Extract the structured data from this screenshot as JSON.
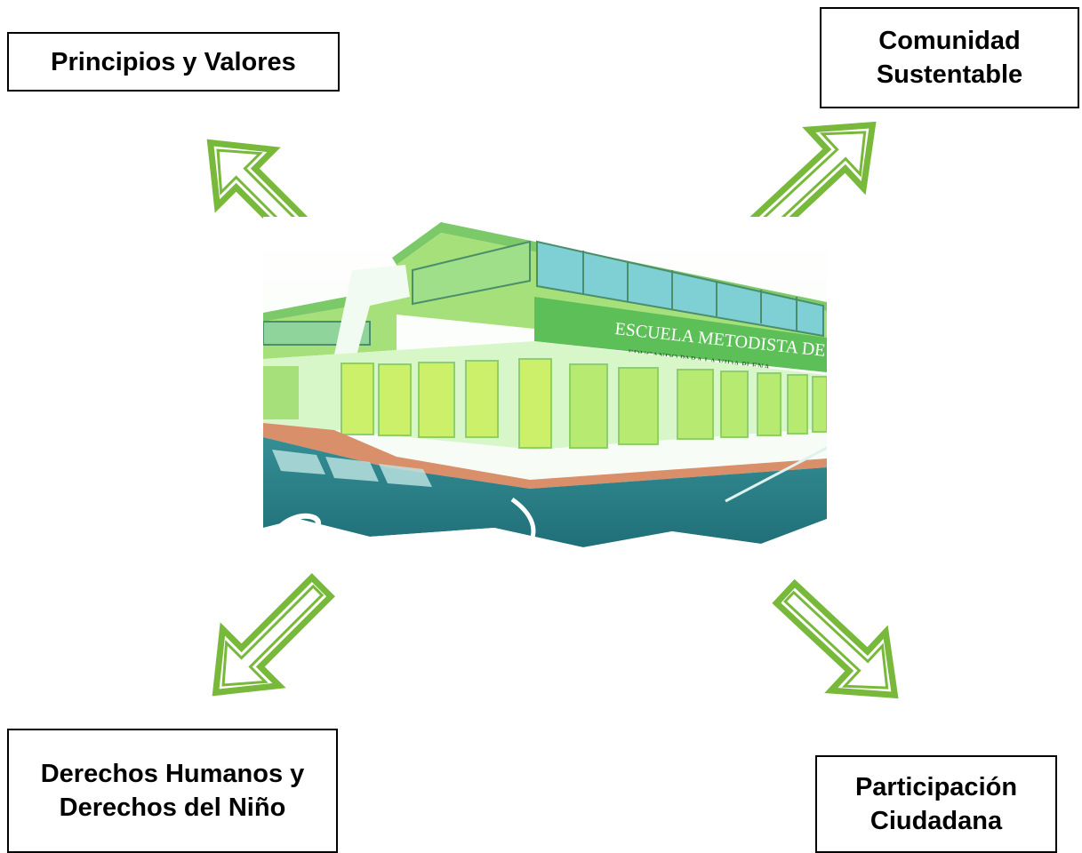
{
  "boxes": {
    "top_left": {
      "lines": [
        "Principios y Valores"
      ]
    },
    "top_right": {
      "lines": [
        "Comunidad",
        "Sustentable"
      ]
    },
    "bottom_left": {
      "lines": [
        "Derechos Humanos y",
        "Derechos del Niño"
      ]
    },
    "bottom_right": {
      "lines": [
        "Participación",
        "Ciudadana"
      ]
    }
  },
  "photo": {
    "sign_text": "ESCUELA METODISTA DE COQUIMBO",
    "sign_subtext": "EDUCANDO PARA LA VIDA PLENA"
  },
  "colors": {
    "arrow": "#78b83a",
    "building_green": "#a6e07a",
    "building_lime": "#cdf06a",
    "street": "#2f8a8e"
  }
}
